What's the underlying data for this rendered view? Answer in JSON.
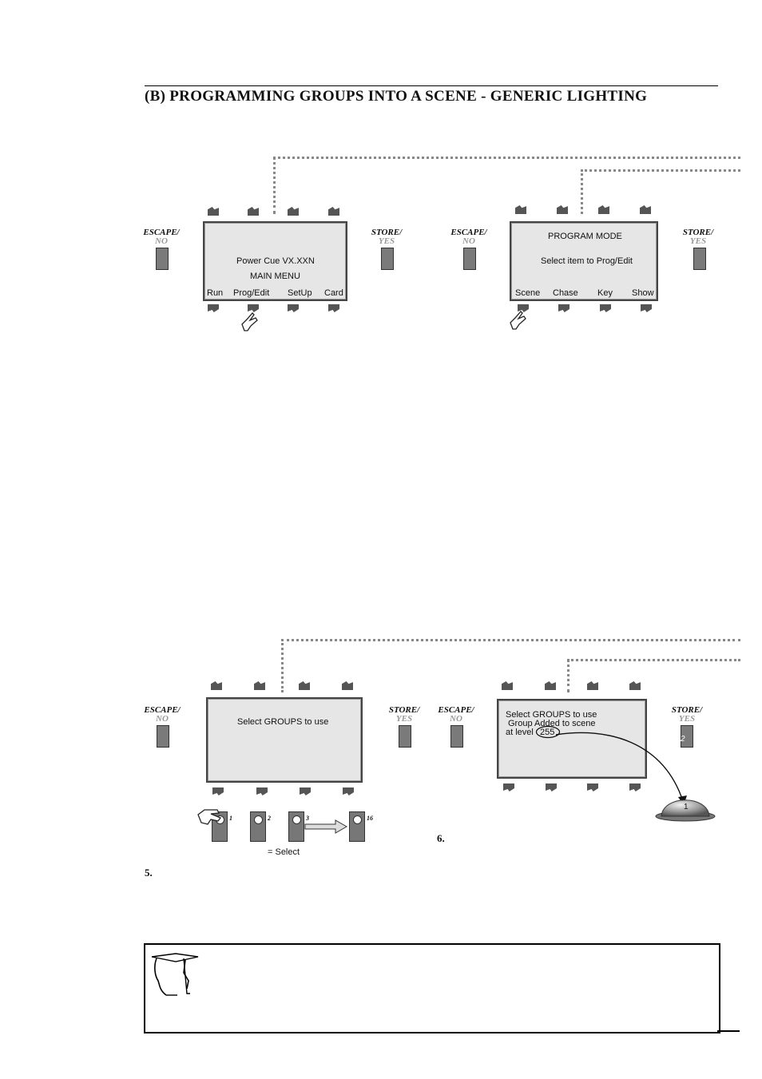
{
  "title": "(B) PROGRAMMING GROUPS INTO A SCENE - GENERIC LIGHTING",
  "labels": {
    "escape": "ESCAPE/",
    "no": "NO",
    "store": "STORE/",
    "yes": "YES"
  },
  "panel1": {
    "line1": "Power Cue VX.XXN",
    "line2": "MAIN MENU",
    "softkeys": [
      "Run",
      "Prog/Edit",
      "SetUp",
      "Card"
    ]
  },
  "panel2": {
    "line1": "PROGRAM MODE",
    "line2": "Select item to Prog/Edit",
    "softkeys": [
      "Scene",
      "Chase",
      "Key",
      "Show"
    ]
  },
  "panel3": {
    "line1": "Select GROUPS to use"
  },
  "panel4": {
    "line1": "Select GROUPS to use",
    "line2": "Group Added to scene",
    "line3": "at level",
    "level": "255",
    "store_badge": "2"
  },
  "group_keys": {
    "numbers": [
      "1",
      "2",
      "3",
      "16"
    ],
    "legend": "= Select"
  },
  "dome": {
    "label": "1"
  },
  "steps": {
    "step5": "5.",
    "step6": "6."
  },
  "colors": {
    "lcd_bg": "#e6e6e6",
    "key_grey": "#7a7a7a",
    "dotted_line": "#888888"
  }
}
